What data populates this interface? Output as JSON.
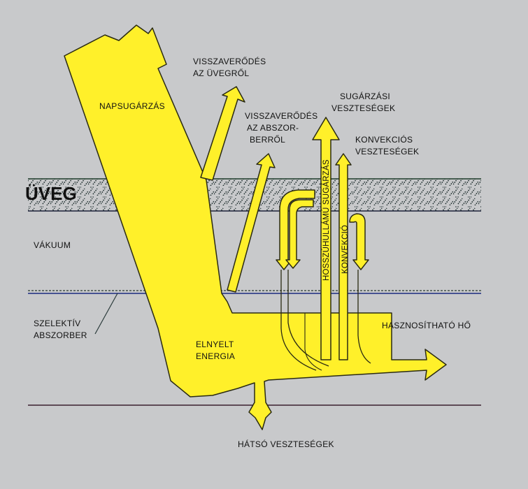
{
  "colors": {
    "background": "#c8c9cb",
    "flow": "#fff02a",
    "flow_outline": "#2a2a12"
  },
  "labels": {
    "glass": "ÜVEG",
    "sunlight": "NAPSUGÁRZÁS",
    "reflection_glass_1": "VISSZAVERŐDÉS",
    "reflection_glass_2": "AZ ÜVEGRŐL",
    "reflection_absorber_1": "VISSZAVERŐDÉS",
    "reflection_absorber_2": "AZ ABSZOR-",
    "reflection_absorber_3": "BERRŐL",
    "radiation_losses_1": "SUGÁRZÁSI",
    "radiation_losses_2": "VESZTESÉGEK",
    "convection_losses_1": "KONVEKCIÓS",
    "convection_losses_2": "VESZTESÉGEK",
    "vacuum": "VÁKUUM",
    "selective_absorber_1": "SZELEKTÍV",
    "selective_absorber_2": "ABSZORBER",
    "absorbed_energy_1": "ELNYELT",
    "absorbed_energy_2": "ENERGIA",
    "usable_heat": "HASZNOSÍTHATÓ HŐ",
    "back_losses": "HÁTSÓ VESZTESÉGEK",
    "longwave_radiation": "HOSSZÚHULLÁMÚ SUGÁRZÁS",
    "convection": "KONVEKCIÓ"
  }
}
